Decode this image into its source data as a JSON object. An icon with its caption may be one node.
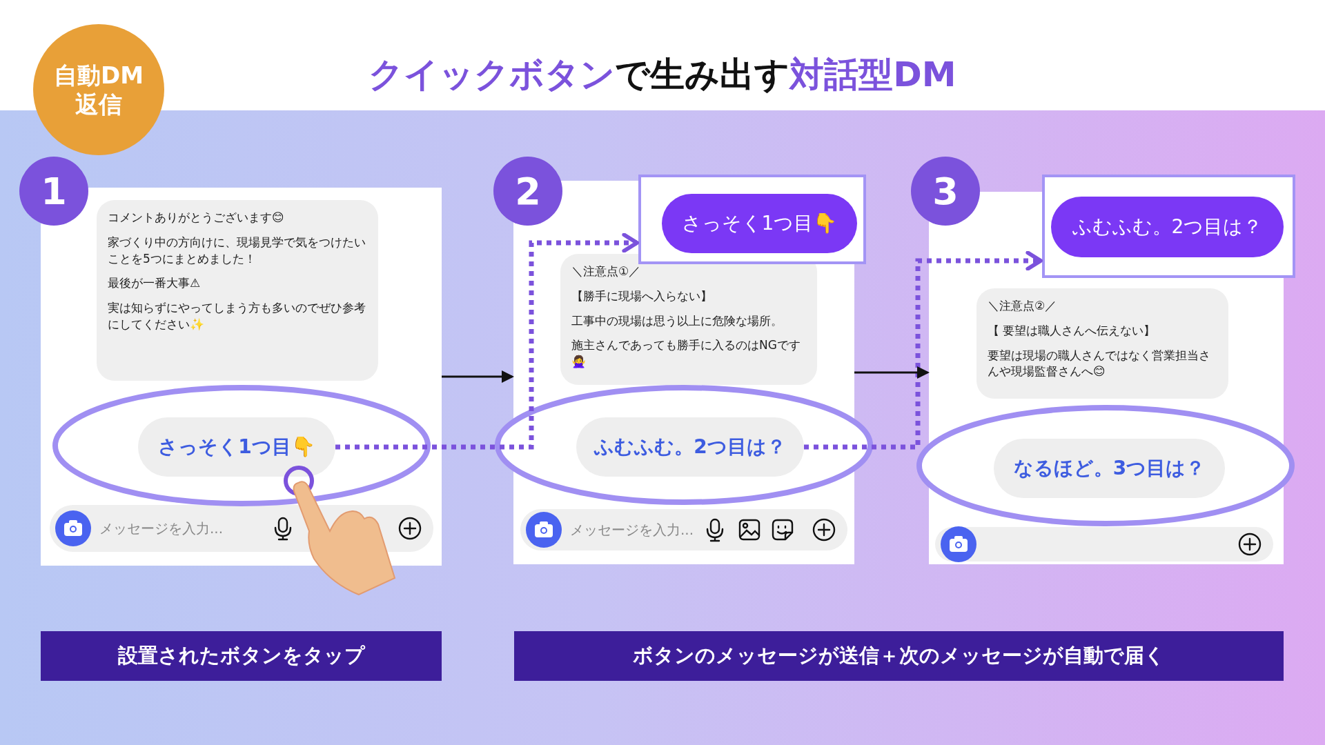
{
  "diagram": {
    "title": "**クイックボタン**で生み出す**対話型DM**",
    "nodes": [
      {
        "text": [
          "自動DM返信"
        ]
      },
      {
        "text": [
          "1"
        ]
      },
      {
        "text": [],
        "shape": "box"
      },
      {
        "text": [
          "コメントありがとうございます😊",
          "家づくり中の方向けに、現場見学で気をつけたいことを5つにまとめました！",
          "最後が一番大事⚠",
          "実は知らずにやってしまう方も多いのでぜひ参考にしてください✨"
        ],
        "in": 2
      },
      {
        "text": [
          "さっそく1つ目👇"
        ],
        "in": 2
      },
      {
        "text": [
          "メッセージを入力..."
        ],
        "in": 2
      },
      {
        "text": [
          "2"
        ]
      },
      {
        "text": [],
        "shape": "box"
      },
      {
        "text": [],
        "shape": "box"
      },
      {
        "text": [
          "さっそく1つ目👇"
        ],
        "in": 8
      },
      {
        "text": [
          "＼注意点①／",
          "【勝手に現場へ入らない】",
          "工事中の現場は思う以上に危険な場所。",
          "施主さんであっても勝手に入るのはNGです🙅‍♀️"
        ],
        "in": 7
      },
      {
        "text": [
          "ふむふむ。2つ目は？"
        ],
        "in": 7
      },
      {
        "text": [
          "メッセージを入力..."
        ],
        "in": 7
      },
      {
        "text": [
          "3"
        ]
      },
      {
        "text": [],
        "shape": "box"
      },
      {
        "text": [],
        "shape": "box"
      },
      {
        "text": [
          "ふむふむ。2つ目は？"
        ]
      },
      {
        "text": [
          "＼注意点②／",
          "【 要望は職人さんへ伝えない】",
          "要望は現場の職人さんではなく営業担当さんや現場監督さんへ😊"
        ],
        "in": 14
      },
      {
        "text": [
          "なるほど。3つ目は？"
        ],
        "in": 14
      },
      {
        "text": [],
        "shape": "box",
        "in": 14
      },
      {
        "text": [
          "設置されたボタンをタップ"
        ]
      },
      {
        "text": [
          "ボタンのメッセージが送信＋次のメッセージが自動で届く"
        ]
      }
    ],
    "edges": [
      {
        "from": 4,
        "to": 8,
        "arrow": "to",
        "style": "dashed",
        "color": "#7b52dc"
      },
      {
        "from": 2,
        "to": 7,
        "arrow": "to",
        "color": "#111111"
      },
      {
        "from": 11,
        "to": 15,
        "arrow": "to",
        "style": "dashed",
        "color": "#7b52dc"
      },
      {
        "from": 7,
        "to": 14,
        "arrow": "to",
        "color": "#111111"
      }
    ]
  }
}
